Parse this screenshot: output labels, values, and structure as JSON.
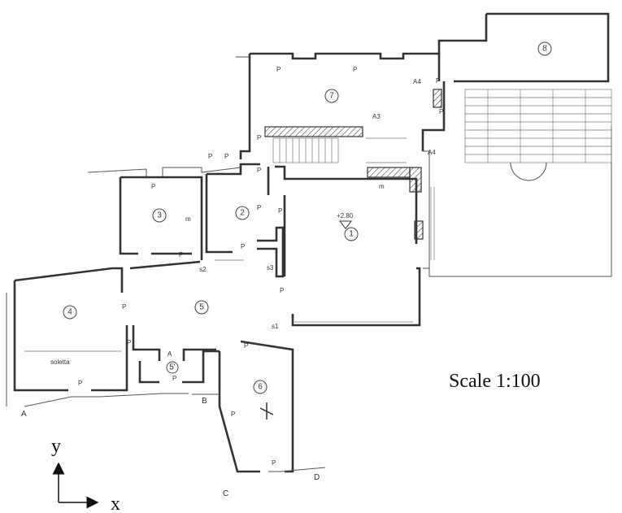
{
  "scale_text": "Scale 1:100",
  "axes": {
    "x": "x",
    "y": "y"
  },
  "rooms": [
    {
      "id": "r1",
      "label": "1"
    },
    {
      "id": "r2",
      "label": "2"
    },
    {
      "id": "r3",
      "label": "3"
    },
    {
      "id": "r4",
      "label": "4"
    },
    {
      "id": "r5",
      "label": "5"
    },
    {
      "id": "r5b",
      "label": "5'"
    },
    {
      "id": "r6",
      "label": "6"
    },
    {
      "id": "r7",
      "label": "7"
    },
    {
      "id": "r8",
      "label": "8"
    }
  ],
  "annotations": {
    "soletta": "soletta",
    "elevation": "+2.80",
    "s1": "s1",
    "s2": "s2",
    "s3": "s3",
    "p": "P",
    "m": "m",
    "a4": "A4",
    "a3": "A3",
    "a_small": "A"
  },
  "section_letters": {
    "a": "A",
    "b": "B",
    "c": "C",
    "d": "D"
  }
}
